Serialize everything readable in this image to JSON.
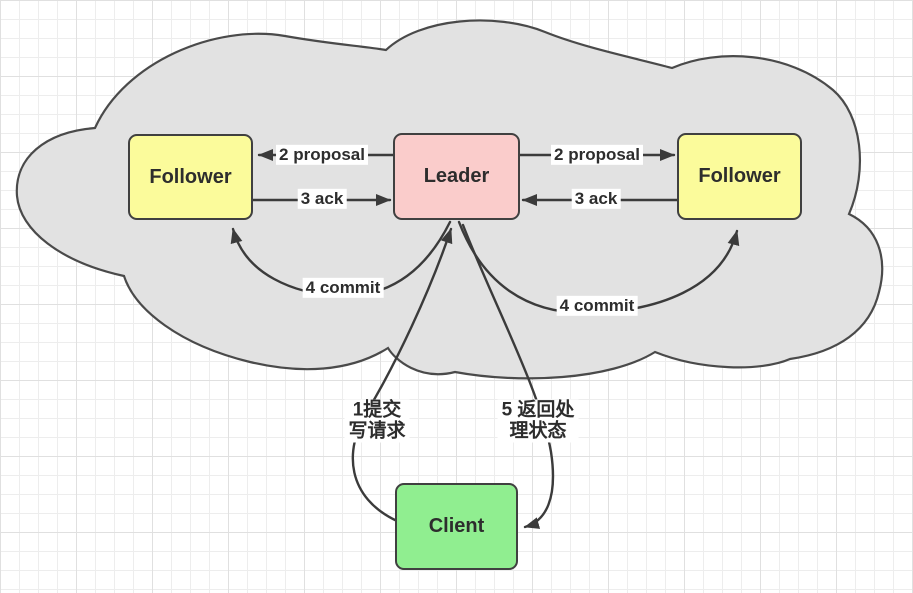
{
  "diagram_type": "flow-diagram",
  "topic": "leader-follower write flow (ZAB-style) inside a cluster cloud with external client",
  "colors": {
    "canvas_bg": "#ffffff",
    "grid_minor": "#ededed",
    "grid_major": "#e0e0e0",
    "cloud_fill": "#e2e2e2",
    "cloud_stroke": "#4a4a4a",
    "edge_color": "#3b3b3b",
    "label_color": "#2d2d2d",
    "label_bg": "#ffffff",
    "node_stroke": "#404040",
    "follower_fill": "#fbfb9b",
    "leader_fill": "#facccb",
    "client_fill": "#90ee90"
  },
  "nodes": [
    {
      "id": "follower-left",
      "label": "Follower",
      "fill": "#fbfb9b"
    },
    {
      "id": "leader",
      "label": "Leader",
      "fill": "#facccb"
    },
    {
      "id": "follower-right",
      "label": "Follower",
      "fill": "#fbfb9b"
    },
    {
      "id": "client",
      "label": "Client",
      "fill": "#90ee90"
    }
  ],
  "edges": [
    {
      "label": "2 proposal",
      "from": "leader",
      "to": "follower-left"
    },
    {
      "label": "3 ack",
      "from": "follower-left",
      "to": "leader"
    },
    {
      "label": "2 proposal",
      "from": "leader",
      "to": "follower-right"
    },
    {
      "label": "3 ack",
      "from": "follower-right",
      "to": "leader"
    },
    {
      "label": "4 commit",
      "from": "leader",
      "to": "follower-left"
    },
    {
      "label": "4 commit",
      "from": "leader",
      "to": "follower-right"
    },
    {
      "label": "1提交写请求",
      "label_lines": [
        "1提交",
        "写请求"
      ],
      "from": "client",
      "to": "leader"
    },
    {
      "label": "5 返回处理状态",
      "label_lines": [
        "5 返回处",
        "理状态"
      ],
      "from": "leader",
      "to": "client"
    }
  ]
}
